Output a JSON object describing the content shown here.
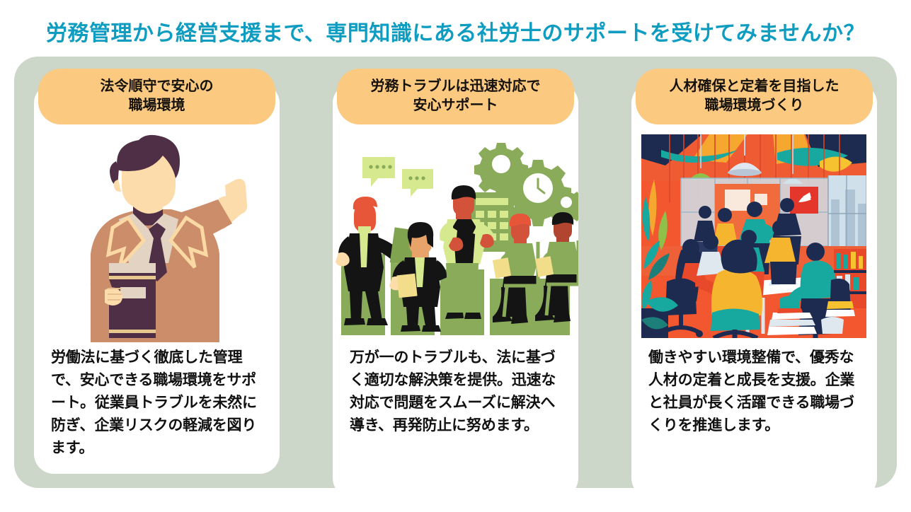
{
  "title": "労務管理から経営支援まで、専門知識にある社労士のサポートを受けてみませんか？",
  "colors": {
    "title_teal": "#0e9cc0",
    "panel_sage": "#ccd6c9",
    "header_orange": "#fbc97f",
    "card_white": "#ffffff",
    "bar_green": "#8aab5a",
    "bubble_green": "#d6e98f",
    "suit_tan": "#cc8e6a",
    "skin_peach": "#fcdcab",
    "hair_plum": "#4f2f45",
    "office_orange": "#f25c34",
    "office_teal": "#17a8a0",
    "office_navy": "#1d2b50",
    "office_yellow": "#f3b battle"
  },
  "cards": [
    {
      "id": "compliance",
      "header_line1": "法令順守で安心の",
      "header_line2": "職場環境",
      "visual": "businessman-pointing-with-lawbook",
      "body": "労働法に基づく徹底した管理で、安心できる職場環境をサポート。従業員トラブルを未然に防ぎ、企業リスクの軽減を図ります。"
    },
    {
      "id": "trouble-support",
      "header_line1": "労務トラブルは迅速対応で",
      "header_line2": "安心サポート",
      "visual": "team-on-green-podiums-with-gears-clock-calculator",
      "body": "万が一のトラブルも、法に基づく適切な解決策を提供。迅速な対応で問題をスムーズに解決へ導き、再発防止に努めます。"
    },
    {
      "id": "retention",
      "header_line1": "人材確保と定着を目指した",
      "header_line2": "職場環境づくり",
      "visual": "colorful-open-office-illustration",
      "body": "働きやすい環境整備で、優秀な人材の定着と成長を支援。企業と社員が長く活躍できる職場づくりを推進します。"
    }
  ]
}
